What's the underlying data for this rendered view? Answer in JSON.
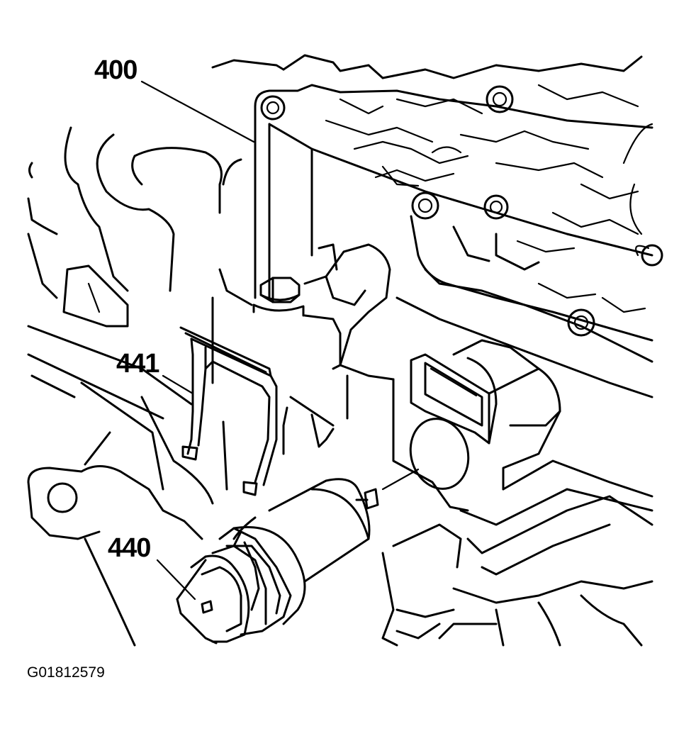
{
  "callouts": {
    "valve_body": "400",
    "retainer_clip": "441",
    "speed_sensor": "440"
  },
  "figure_id": "G01812579"
}
